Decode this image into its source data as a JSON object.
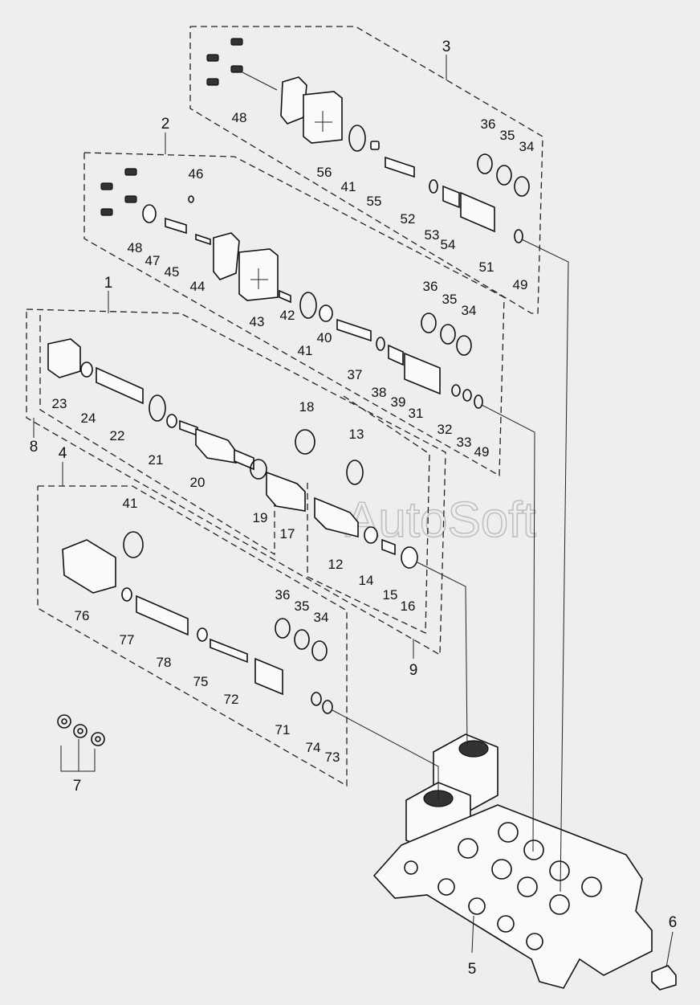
{
  "watermark": "AutoSoft",
  "labels": {
    "l1": "1",
    "l2": "2",
    "l3": "3",
    "l4": "4",
    "l5": "5",
    "l6": "6",
    "l7": "7",
    "l8": "8",
    "l9": "9",
    "l12": "12",
    "l13": "13",
    "l14": "14",
    "l15": "15",
    "l16": "16",
    "l17": "17",
    "l18": "18",
    "l19": "19",
    "l20": "20",
    "l21": "21",
    "l22": "22",
    "l23": "23",
    "l24": "24",
    "l31": "31",
    "l32": "32",
    "l33": "33",
    "l34a": "34",
    "l35a": "35",
    "l36a": "36",
    "l34b": "34",
    "l35b": "35",
    "l36b": "36",
    "l34c": "34",
    "l35c": "35",
    "l36c": "36",
    "l37": "37",
    "l38": "38",
    "l39": "39",
    "l40": "40",
    "l41a": "41",
    "l41b": "41",
    "l41c": "41",
    "l42": "42",
    "l43": "43",
    "l44": "44",
    "l45": "45",
    "l46": "46",
    "l47": "47",
    "l48a": "48",
    "l48b": "48",
    "l49a": "49",
    "l49b": "49",
    "l51": "51",
    "l52": "52",
    "l53": "53",
    "l54": "54",
    "l55": "55",
    "l56": "56",
    "l71": "71",
    "l72": "72",
    "l73": "73",
    "l74": "74",
    "l75": "75",
    "l76": "76",
    "l77": "77",
    "l78": "78"
  }
}
